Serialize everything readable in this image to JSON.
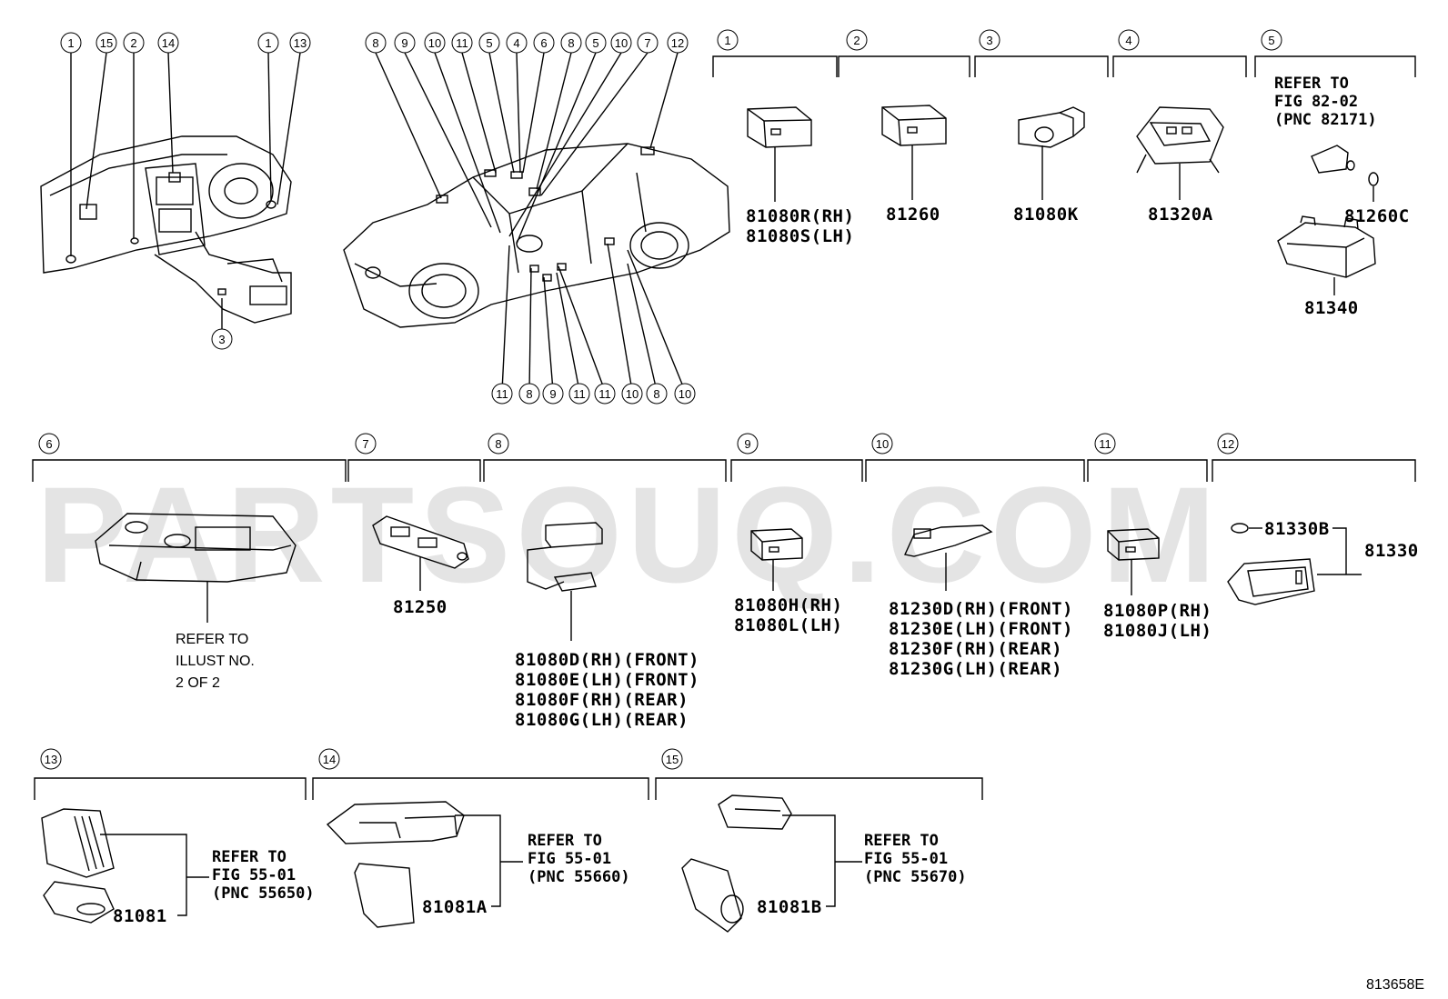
{
  "watermark": "PARTSOUQ.COM",
  "diagram_code": "813658E",
  "callouts": {
    "c1": "1",
    "c2": "2",
    "c3": "3",
    "c4": "4",
    "c5": "5",
    "c6": "6",
    "c7": "7",
    "c8": "8",
    "c9": "9",
    "c10": "10",
    "c11": "11",
    "c12": "12",
    "c13": "13",
    "c14": "14",
    "c15": "15"
  },
  "groups": {
    "g1": {
      "lines": [
        "81080R(RH)",
        "81080S(LH)"
      ]
    },
    "g2": {
      "lines": [
        "81260"
      ]
    },
    "g3": {
      "lines": [
        "81080K"
      ]
    },
    "g4": {
      "lines": [
        "81320A"
      ]
    },
    "g5": {
      "refer": [
        "REFER TO",
        "FIG 82-02",
        "(PNC 82171)"
      ],
      "parts": [
        "81260C",
        "81340"
      ]
    },
    "g6": {
      "refer": [
        "REFER TO",
        "ILLUST NO.",
        "2 OF 2"
      ]
    },
    "g7": {
      "lines": [
        "81250"
      ]
    },
    "g8": {
      "lines": [
        "81080D(RH)(FRONT)",
        "81080E(LH)(FRONT)",
        "81080F(RH)(REAR)",
        "81080G(LH)(REAR)"
      ]
    },
    "g9": {
      "lines": [
        "81080H(RH)",
        "81080L(LH)"
      ]
    },
    "g10": {
      "lines": [
        "81230D(RH)(FRONT)",
        "81230E(LH)(FRONT)",
        "81230F(RH)(REAR)",
        "81230G(LH)(REAR)"
      ]
    },
    "g11": {
      "lines": [
        "81080P(RH)",
        "81080J(LH)"
      ]
    },
    "g12": {
      "parts": [
        "81330B",
        "81330"
      ]
    },
    "g13": {
      "part": "81081",
      "refer": [
        "REFER TO",
        "FIG 55-01",
        "(PNC 55650)"
      ]
    },
    "g14": {
      "part": "81081A",
      "refer": [
        "REFER TO",
        "FIG 55-01",
        "(PNC 55660)"
      ]
    },
    "g15": {
      "part": "81081B",
      "refer": [
        "REFER TO",
        "FIG 55-01",
        "(PNC 55670)"
      ]
    }
  }
}
